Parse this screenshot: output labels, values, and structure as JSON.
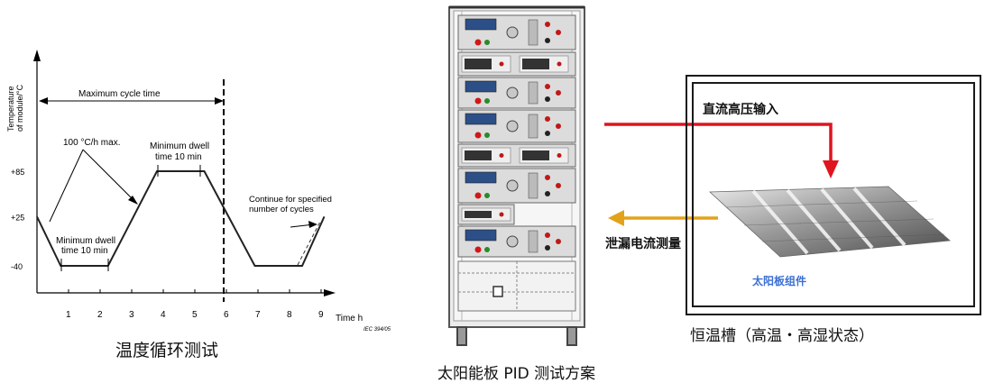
{
  "chart": {
    "y_axis_label_line1": "Temperature",
    "y_axis_label_line2": "of module/°C",
    "y_ticks": [
      "+85",
      "+25",
      "-40"
    ],
    "x_ticks": [
      "1",
      "2",
      "3",
      "4",
      "5",
      "6",
      "7",
      "8",
      "9"
    ],
    "x_axis_label": "Time  h",
    "source_note": "IEC  394/05",
    "max_cycle_label": "Maximum cycle time",
    "ramp_label": "100 °C/h max.",
    "dwell_top_line1": "Minimum dwell",
    "dwell_top_line2": "time 10 min",
    "dwell_bottom_line1": "Minimum dwell",
    "dwell_bottom_line2": "time 10 min",
    "continue_line1": "Continue for specified",
    "continue_line2": "number of cycles",
    "caption": "温度循环测试"
  },
  "chart_data": {
    "type": "line",
    "title": "",
    "xlabel": "Time  h",
    "ylabel": "Temperature of module/°C",
    "xlim": [
      0,
      9.5
    ],
    "y_tick_values": [
      85,
      25,
      -40
    ],
    "series": [
      {
        "x": [
          0,
          0.75,
          2.25,
          3.8,
          5.3,
          6.9,
          8.4,
          9.1
        ],
        "y": [
          25,
          -40,
          -40,
          85,
          85,
          -40,
          -40,
          25
        ]
      }
    ]
  },
  "rack": {
    "caption": "太阳能板 PID 测试方案"
  },
  "chamber": {
    "caption": "恒温槽（高温・高湿状态）",
    "dc_input_label": "直流高压输入",
    "leakage_label": "泄漏电流测量",
    "module_label": "太阳板组件"
  },
  "colors": {
    "red_arrow": "#e0141e",
    "orange_arrow": "#e3a21a",
    "module_label": "#3b6fd1"
  }
}
